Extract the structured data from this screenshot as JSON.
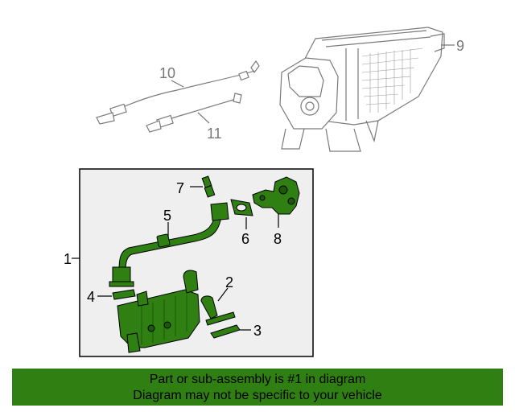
{
  "diagram": {
    "callouts": {
      "c1": "1",
      "c2": "2",
      "c3": "3",
      "c4": "4",
      "c5": "5",
      "c6": "6",
      "c7": "7",
      "c8": "8",
      "c9": "9",
      "c10": "10",
      "c11": "11"
    },
    "colors": {
      "highlight_part": "#2f7f12",
      "highlight_box_bg": "#efefef",
      "unhighlighted_part": "#808080",
      "banner": "#2f7f12"
    }
  },
  "banner": {
    "line1": "Part or sub-assembly is #1 in diagram",
    "line2": "Diagram may not be specific to your vehicle"
  }
}
